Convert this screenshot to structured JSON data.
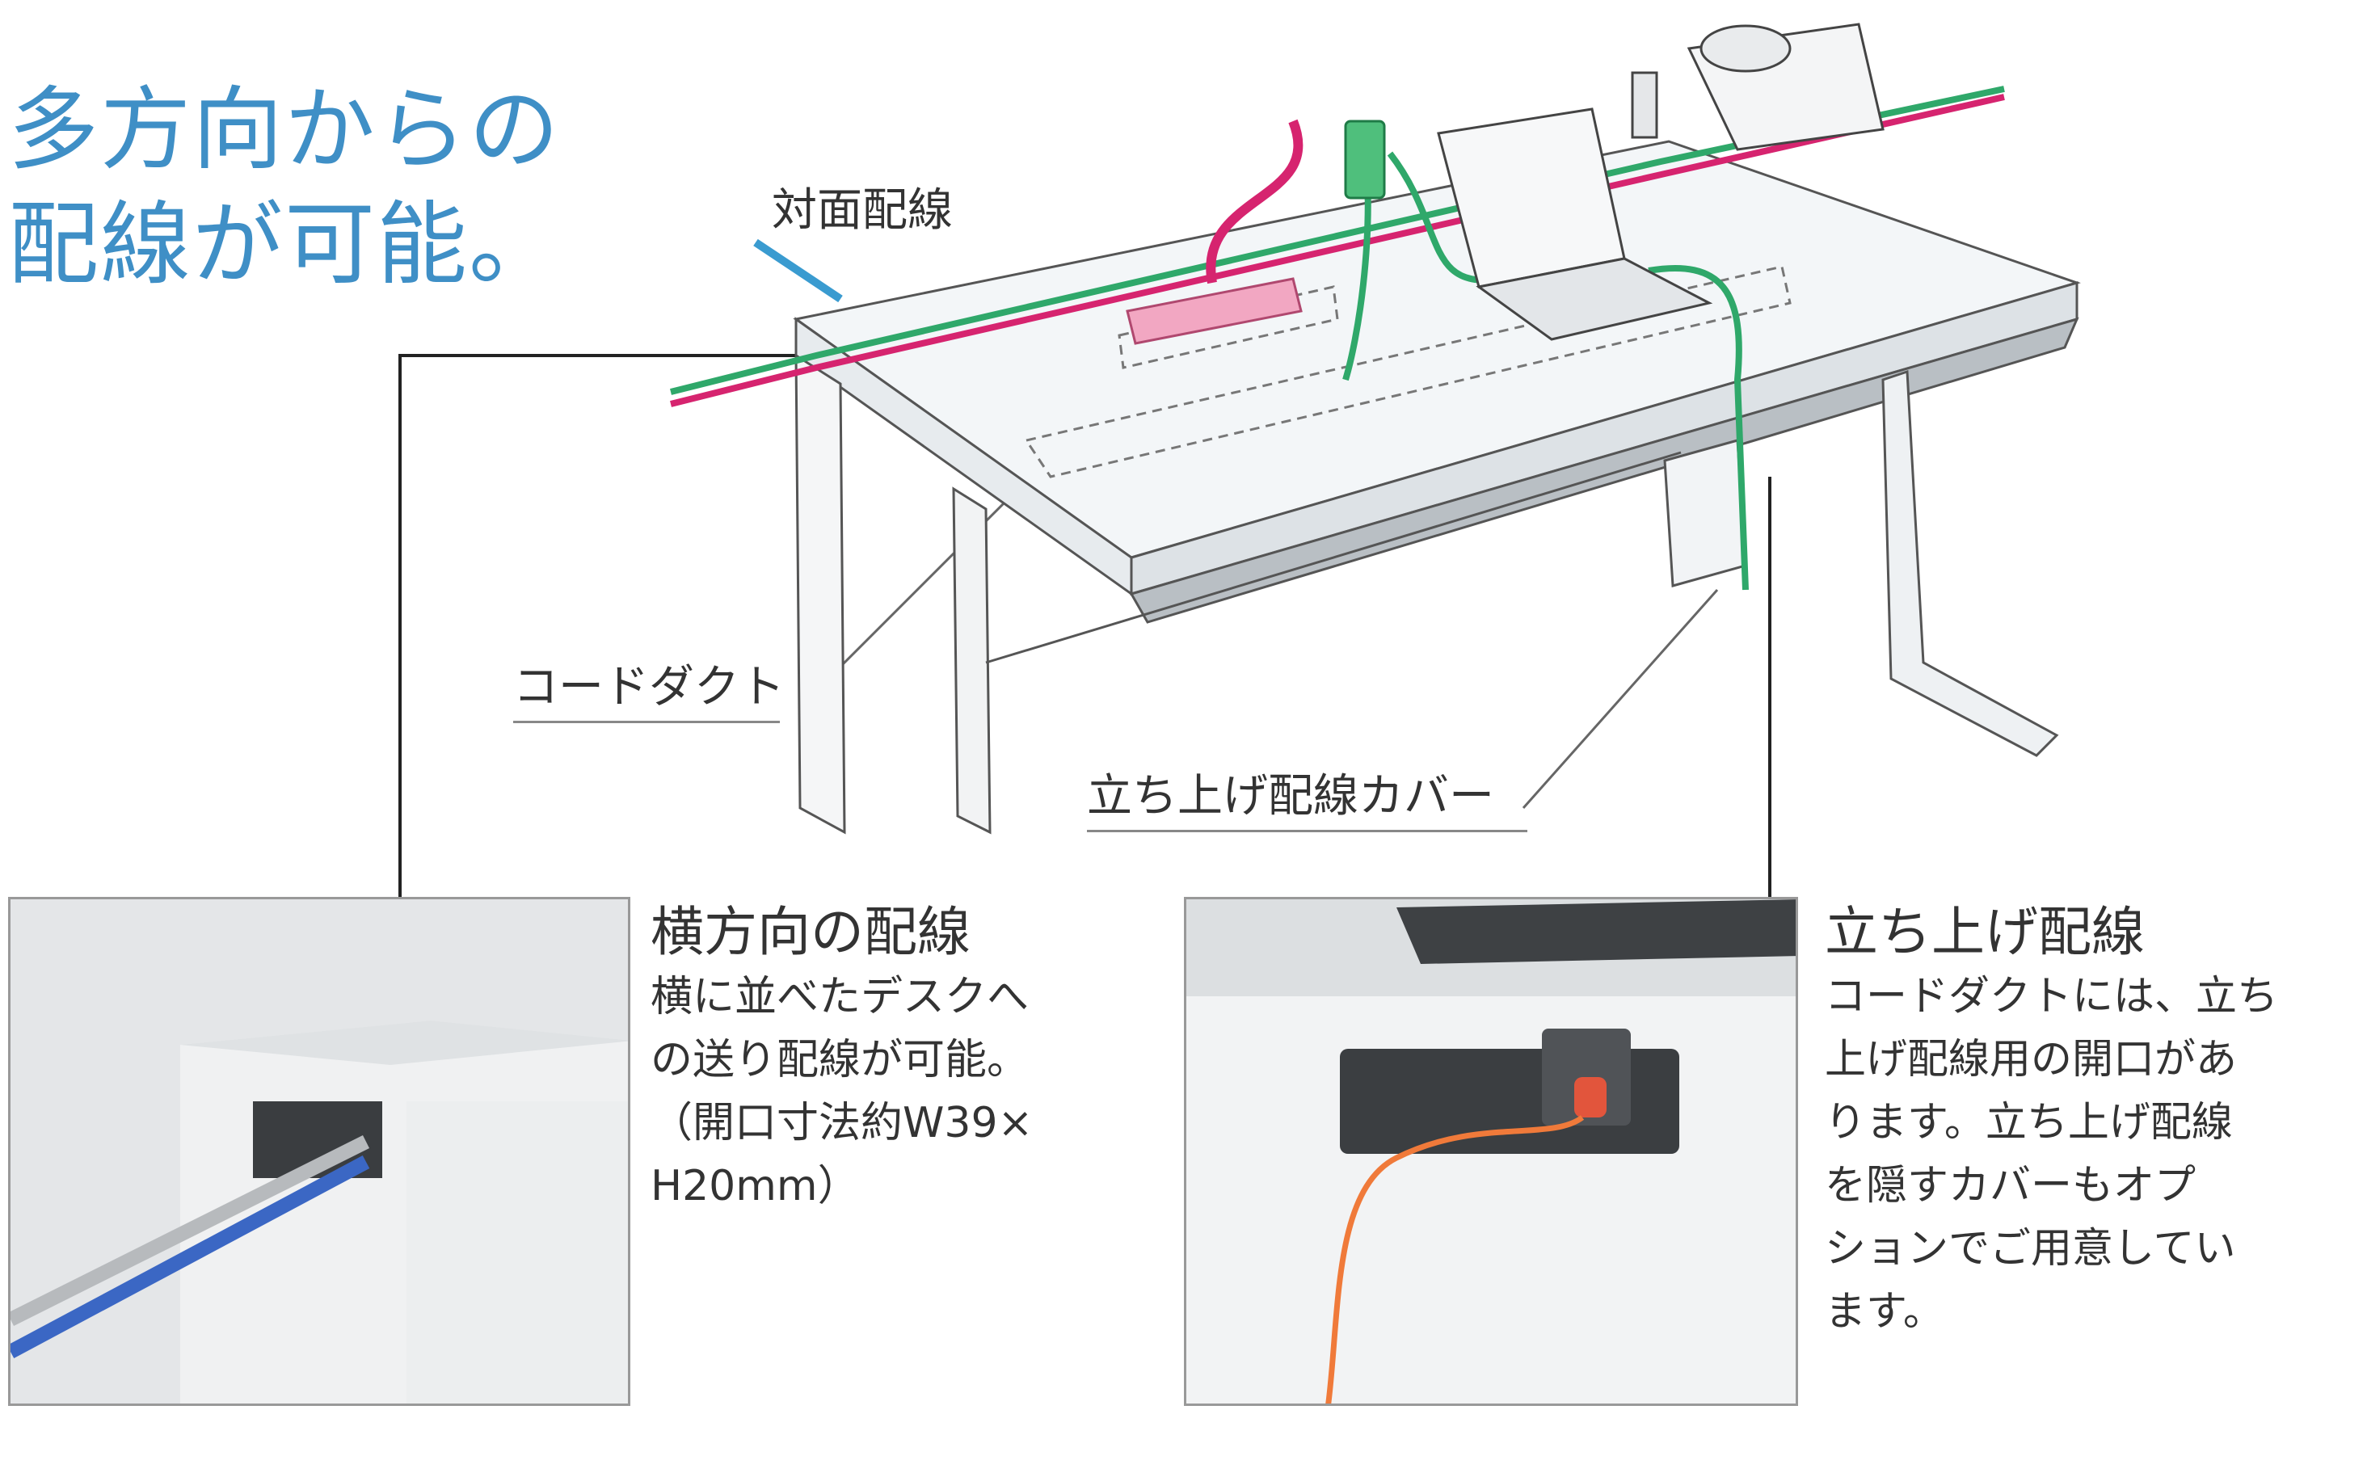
{
  "headline": [
    "多方向からの",
    "配線が可能。"
  ],
  "labels": {
    "facing": "対面配線",
    "duct": "コードダクト",
    "riser_cover": "立ち上げ配線カバー"
  },
  "captions": {
    "side": {
      "title": "横方向の配線",
      "lines": [
        "横に並べたデスクへ",
        "の送り配線が可能。",
        "（開口寸法約W39×",
        "H20mm）"
      ]
    },
    "riser": {
      "title": "立ち上げ配線",
      "lines": [
        "コードダクトには、立ち",
        "上げ配線用の開口があ",
        "ります。立ち上げ配線",
        "を隠すカバーもオプ",
        "ションでご用意してい",
        "ます。"
      ]
    }
  },
  "colors": {
    "headline": "#3f8fc6",
    "cable_green": "#2fa86a",
    "cable_magenta": "#d6246f",
    "cable_blue": "#3b67c4",
    "cable_orange": "#f07a3a",
    "accent_blue_line": "#3a9bd0"
  },
  "icons": [
    "desk-illustration",
    "laptop-icon",
    "telephone-icon",
    "power-strip-icon",
    "outlet-adapter-icon"
  ]
}
